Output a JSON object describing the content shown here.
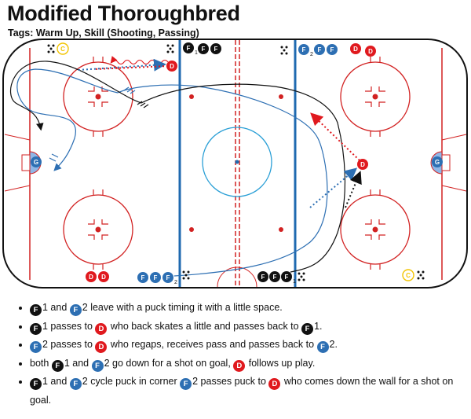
{
  "title": "Modified Thoroughbred",
  "tags_line": "Tags: Warm Up, Skill (Shooting, Passing)",
  "colors": {
    "black_forward": "#111111",
    "blue_forward": "#2d6fb3",
    "defense": "#e0191e",
    "rink_line": "#d22222",
    "blue_line": "#1f6ab0",
    "crease": "#8fb6e6",
    "coach": "#f2c400"
  },
  "rink": {
    "goalie_label": "G",
    "forward_label": "F",
    "defense_label": "D",
    "coach_label": "C",
    "sub_1": "1",
    "sub_2": "2"
  },
  "instructions": [
    {
      "parts": [
        {
          "chip": "black",
          "text": "F"
        },
        {
          "text": "1 and "
        },
        {
          "chip": "blue",
          "text": "F"
        },
        {
          "text": "2 leave with a puck timing it with a little space."
        }
      ]
    },
    {
      "parts": [
        {
          "chip": "black",
          "text": "F"
        },
        {
          "text": "1 passes to "
        },
        {
          "chip": "red",
          "text": "D"
        },
        {
          "text": " who back skates a little and passes back to "
        },
        {
          "chip": "black",
          "text": "F"
        },
        {
          "text": "1."
        }
      ]
    },
    {
      "parts": [
        {
          "chip": "blue",
          "text": "F"
        },
        {
          "text": "2 passes to "
        },
        {
          "chip": "red",
          "text": "D"
        },
        {
          "text": " who regaps, receives pass and passes back to "
        },
        {
          "chip": "blue",
          "text": "F"
        },
        {
          "text": "2."
        }
      ]
    },
    {
      "parts": [
        {
          "text": "both "
        },
        {
          "chip": "black",
          "text": "F"
        },
        {
          "text": "1 and "
        },
        {
          "chip": "blue",
          "text": "F"
        },
        {
          "text": "2 go down for a shot on goal, "
        },
        {
          "chip": "red",
          "text": "D"
        },
        {
          "text": " follows up play."
        }
      ]
    },
    {
      "parts": [
        {
          "chip": "black",
          "text": "F"
        },
        {
          "text": "1 and "
        },
        {
          "chip": "blue",
          "text": "F"
        },
        {
          "text": "2 cycle puck in corner "
        },
        {
          "chip": "blue",
          "text": "F"
        },
        {
          "text": "2 passes puck to "
        },
        {
          "chip": "red",
          "text": "D"
        },
        {
          "text": " who comes down the wall for a shot on goal."
        }
      ]
    }
  ]
}
